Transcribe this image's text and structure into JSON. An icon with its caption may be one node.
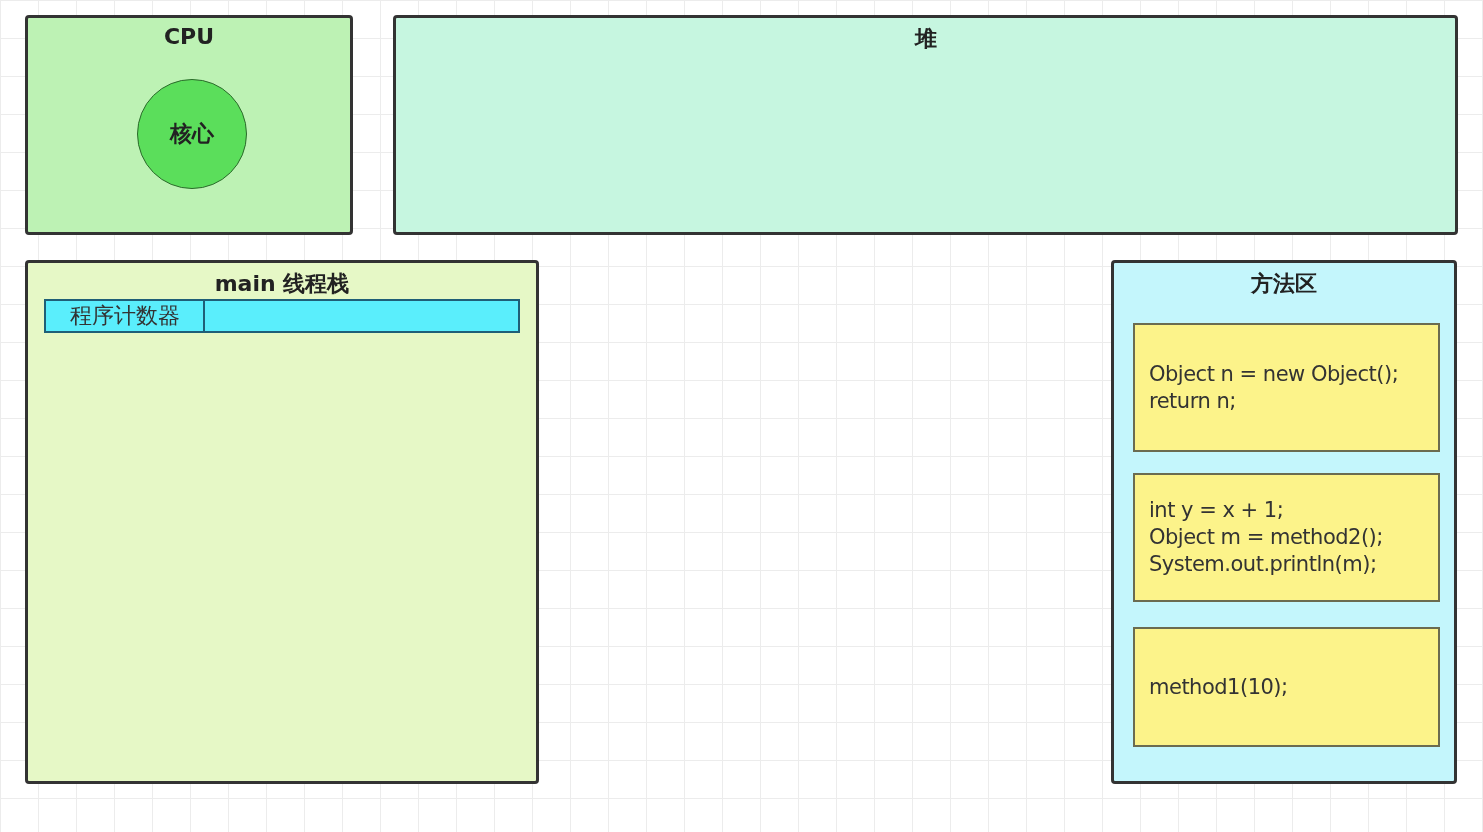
{
  "diagram": {
    "nodes": [
      {
        "text": [
          "CPU"
        ]
      },
      {
        "text": [
          "核心"
        ],
        "in": 0
      },
      {
        "text": [
          "堆"
        ]
      },
      {
        "text": [
          "main 线程栈"
        ]
      },
      {
        "text": [
          "程序计数器"
        ],
        "in": 3
      },
      {
        "text": [
          "方法区"
        ]
      },
      {
        "text": [
          "Object n = new Object();",
          "return n;"
        ],
        "in": 5
      },
      {
        "text": [
          "int y = x + 1;",
          "Object m = method2();",
          "System.out.println(m);"
        ],
        "in": 5
      },
      {
        "text": [
          "method1(10);"
        ],
        "in": 5
      }
    ]
  }
}
